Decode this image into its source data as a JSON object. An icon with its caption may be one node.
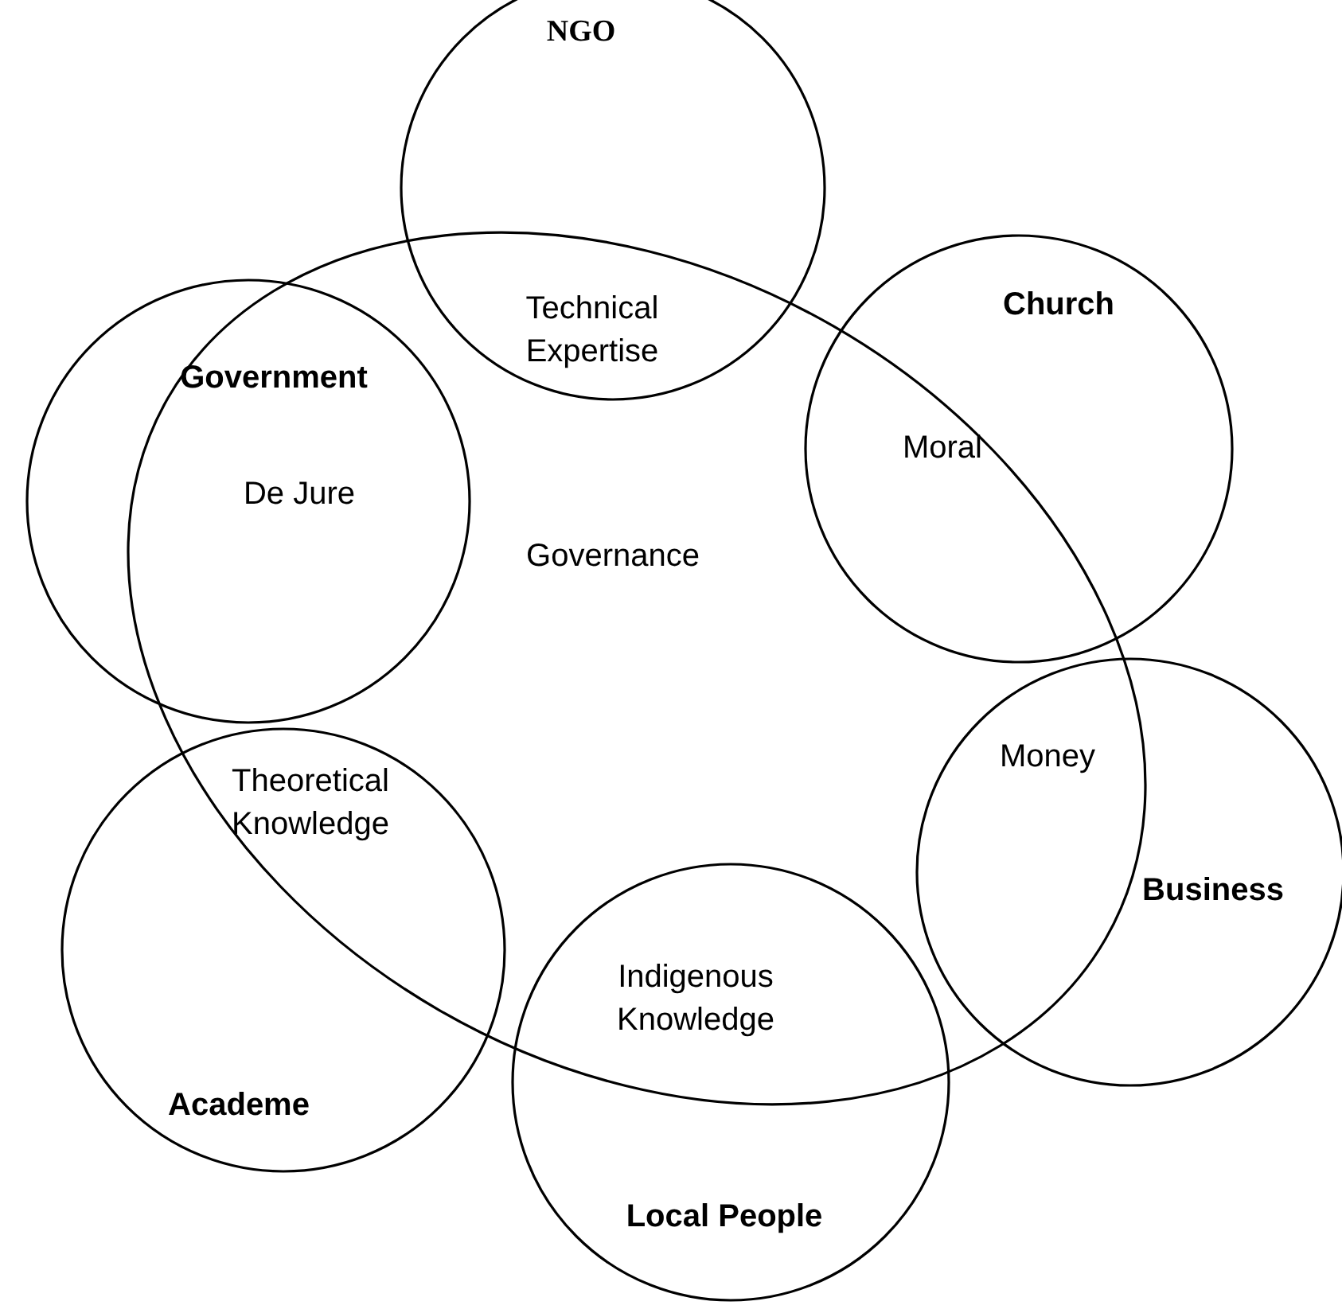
{
  "diagram": {
    "nodes": [
      {
        "text": [
          "Governance"
        ]
      },
      {
        "text": [
          "NGO",
          "Technical Expertise"
        ]
      },
      {
        "text": [
          "Government",
          "De Jure"
        ]
      },
      {
        "text": [
          "Church",
          "Moral"
        ]
      },
      {
        "text": [
          "Money",
          "Business"
        ]
      },
      {
        "text": [
          "Theoretical Knowledge",
          "Academe"
        ]
      },
      {
        "text": [
          "Indigenous Knowledge",
          "Local People"
        ]
      }
    ]
  }
}
